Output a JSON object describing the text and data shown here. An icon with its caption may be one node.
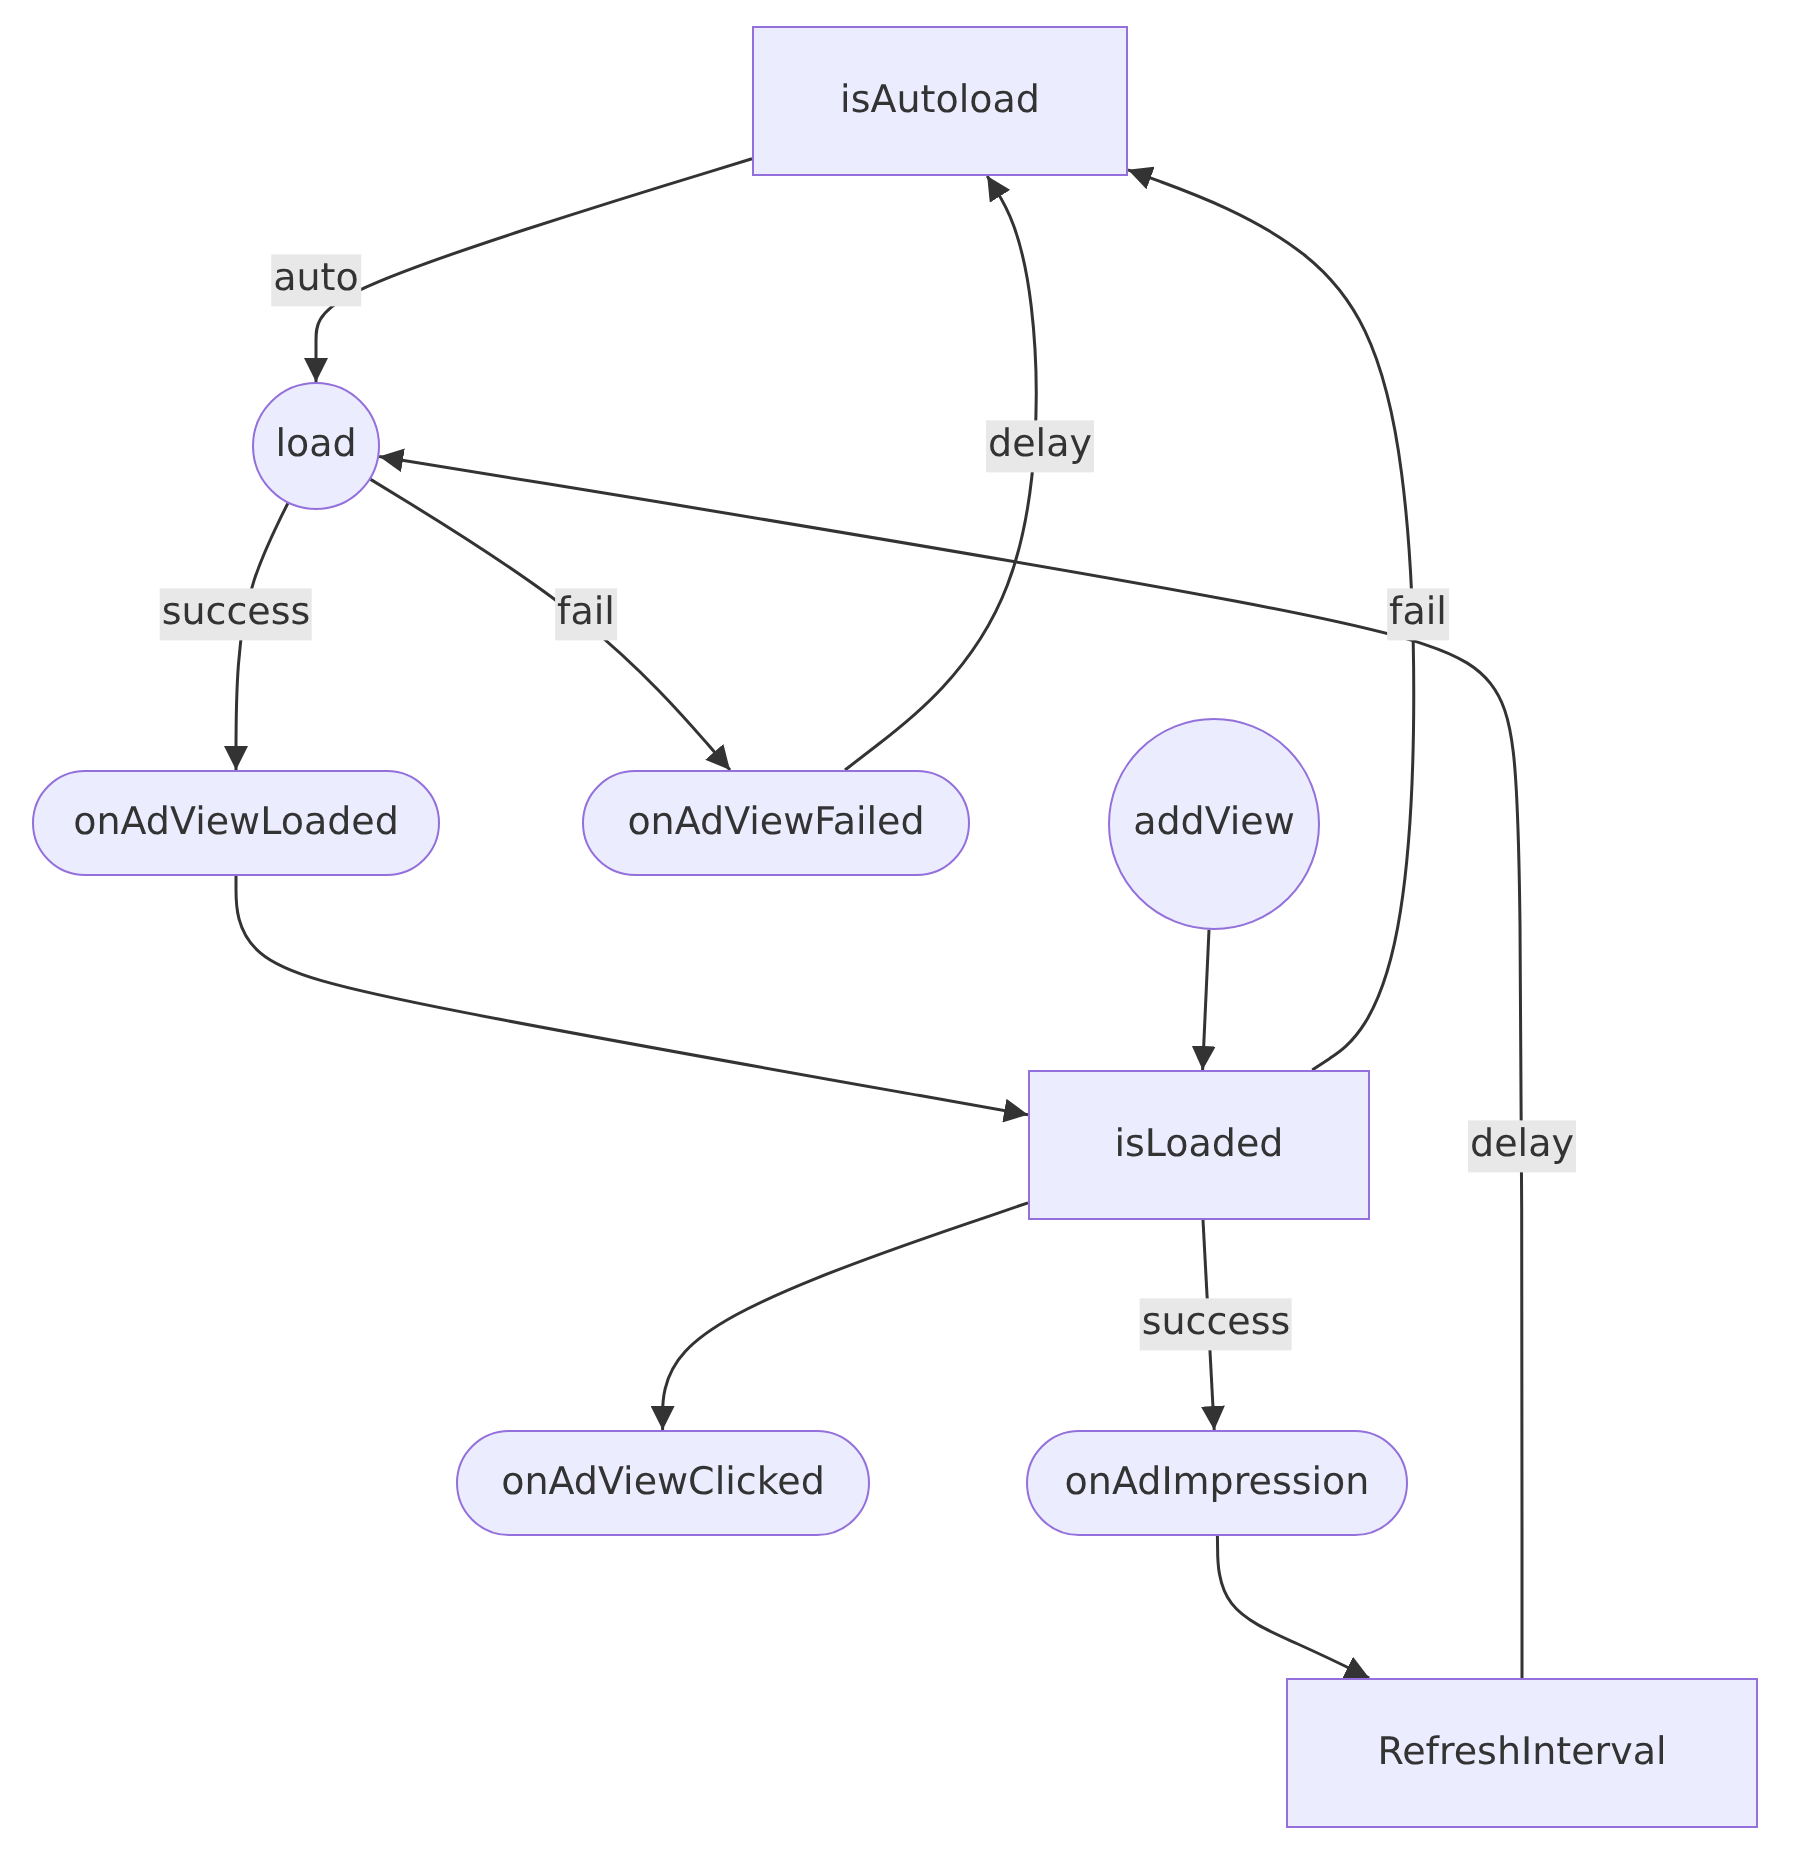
{
  "diagram": {
    "nodes": [
      {
        "text": [
          "isAutoload"
        ]
      },
      {
        "text": [
          "load"
        ]
      },
      {
        "text": [
          "onAdViewLoaded"
        ]
      },
      {
        "text": [
          "onAdViewFailed"
        ]
      },
      {
        "text": [
          "addView"
        ]
      },
      {
        "text": [
          "isLoaded"
        ]
      },
      {
        "text": [
          "onAdViewClicked"
        ]
      },
      {
        "text": [
          "onAdImpression"
        ]
      },
      {
        "text": [
          "RefreshInterval"
        ]
      }
    ],
    "edges": [
      {
        "from": 0,
        "to": 1,
        "label": "auto",
        "arrow": "to"
      },
      {
        "from": 1,
        "to": 2,
        "label": "success",
        "arrow": "to"
      },
      {
        "from": 1,
        "to": 3,
        "label": "fail",
        "arrow": "to"
      },
      {
        "from": 3,
        "to": 0,
        "label": "delay",
        "arrow": "to"
      },
      {
        "from": 2,
        "to": 5,
        "arrow": "to"
      },
      {
        "from": 4,
        "to": 5,
        "arrow": "to"
      },
      {
        "from": 5,
        "to": 0,
        "label": "fail",
        "arrow": "to"
      },
      {
        "from": 5,
        "to": 6,
        "arrow": "to"
      },
      {
        "from": 5,
        "to": 7,
        "label": "success",
        "arrow": "to"
      },
      {
        "from": 7,
        "to": 8,
        "arrow": "to"
      },
      {
        "from": 8,
        "to": 1,
        "label": "delay",
        "arrow": "to"
      }
    ]
  }
}
